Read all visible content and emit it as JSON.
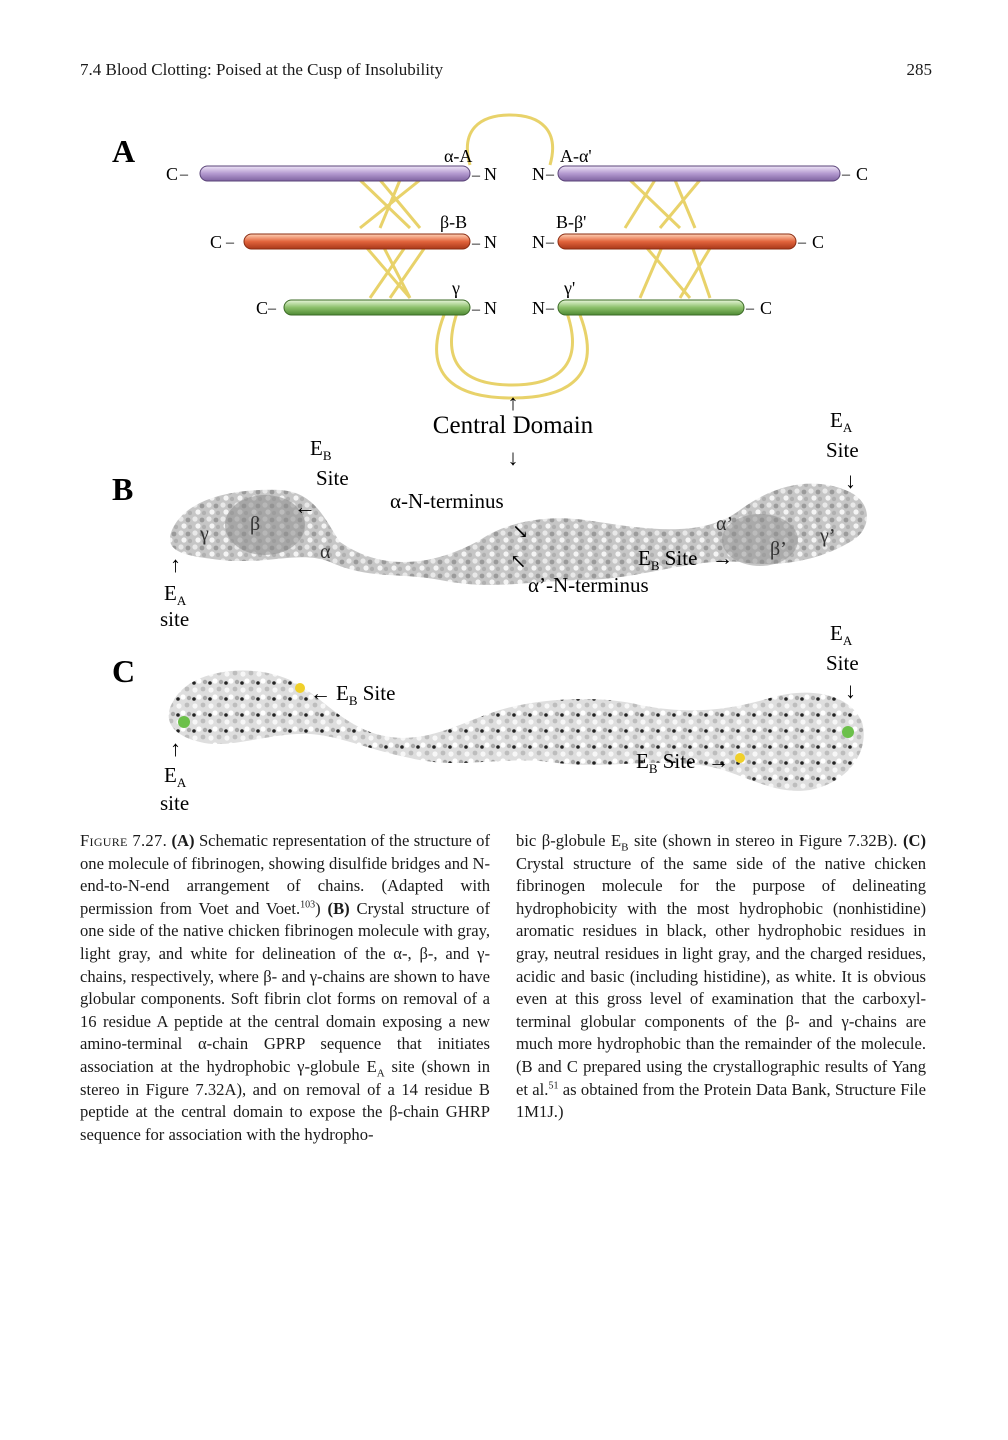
{
  "header": {
    "section_title": "7.4 Blood Clotting: Poised at the Cusp of Insolubility",
    "page_number": "285"
  },
  "figure": {
    "panel_a": {
      "label": "A",
      "left_chains": [
        {
          "c_label": "C",
          "n_label": "N",
          "name": "α-A",
          "color": "#b49ad0"
        },
        {
          "c_label": "C",
          "n_label": "N",
          "name": "β-B",
          "color": "#e2643c"
        },
        {
          "c_label": "C",
          "n_label": "N",
          "name": "γ",
          "color": "#8cc06a"
        }
      ],
      "right_chains": [
        {
          "c_label": "C",
          "n_label": "N",
          "name": "A-α'",
          "color": "#b49ad0"
        },
        {
          "c_label": "C",
          "n_label": "N",
          "name": "B-β'",
          "color": "#e2643c"
        },
        {
          "c_label": "C",
          "n_label": "N",
          "name": "γ'",
          "color": "#8cc06a"
        }
      ],
      "disulfide_color": "#e8d26a"
    },
    "central_domain_label": "Central Domain",
    "panel_b": {
      "label": "B",
      "eb_site_left": {
        "main": "E",
        "sub": "B",
        "line2": "Site"
      },
      "ea_site_right": {
        "main": "E",
        "sub": "A",
        "line2": "Site"
      },
      "ea_site_left": {
        "main": "E",
        "sub": "A",
        "line2": "site"
      },
      "alpha_n_terminus": "α-N-terminus",
      "alpha_prime_n_terminus": "α’-N-terminus",
      "eb_site_right": {
        "main": "E",
        "sub": "B",
        "suffix": "Site"
      },
      "globule_labels": {
        "gamma": "γ",
        "beta": "β",
        "alpha": "α",
        "alpha_prime": "α’",
        "beta_prime": "β’",
        "gamma_prime": "γ’"
      }
    },
    "panel_c": {
      "label": "C",
      "ea_site_right": {
        "main": "E",
        "sub": "A",
        "line2": "Site"
      },
      "ea_site_left": {
        "main": "E",
        "sub": "A",
        "line2": "site"
      },
      "eb_site_left": {
        "main": "E",
        "sub": "B",
        "suffix": "Site"
      },
      "eb_site_right": {
        "main": "E",
        "sub": "B",
        "suffix": "Site"
      }
    }
  },
  "caption": {
    "figure_label": "Figure 7.27.",
    "left_column": "(A) Schematic representation of the structure of one molecule of fibrinogen, showing disulfide bridges and N-end-to-N-end arrangement of chains. (Adapted with permission from Voet and Voet.103) (B) Crystal structure of one side of the native chicken fibrinogen molecule with gray, light gray, and white for delineation of the α-, β-, and γ-chains, respectively, where β- and γ-chains are shown to have globular components. Soft fibrin clot forms on removal of a 16 residue A peptide at the central domain exposing a new amino-terminal α-chain GPRP sequence that initiates association at the hydrophobic γ-globule EA site (shown in stereo in Figure 7.32A), and on removal of a 14 residue B peptide at the central domain to expose the β-chain GHRP sequence for association with the hydropho-",
    "right_column": "bic β-globule EB site (shown in stereo in Figure 7.32B). (C) Crystal structure of the same side of the native chicken fibrinogen molecule for the purpose of delineating hydrophobicity with the most hydrophobic (nonhistidine) aromatic residues in black, other hydrophobic residues in gray, neutral residues in light gray, and the charged residues, acidic and basic (including histidine), as white. It is obvious even at this gross level of examination that the carboxyl-terminal globular components of the β- and γ-chains are much more hydrophobic than the remainder of the molecule. (B and C prepared using the crystallographic results of Yang et al.51 as obtained from the Protein Data Bank, Structure File 1M1J.)",
    "parts": {
      "a": "(A)",
      "a_text": "Schematic representation of the structure of one molecule of fibrinogen, showing disulfide bridges and N-end-to-N-end arrangement of chains. (Adapted with permission from Voet and Voet.",
      "ref_103": "103",
      "a_close": ")",
      "b": "(B)",
      "b_text_1": "Crystal structure of one side of the native chicken fibrinogen molecule with gray, light gray, and white for delineation of the α-, β-, and γ-chains, respectively, where β- and γ-chains are shown to have globular components. Soft fibrin clot forms on removal of a 16 residue A peptide at the central domain exposing a new amino-terminal α-chain GPRP sequence that initiates association at the hydrophobic γ-globule E",
      "sub_a": "A",
      "b_text_2": "site (shown in stereo in Figure 7.32A), and on removal of a 14 residue B peptide at the central domain to expose the β-chain GHRP sequence for association with the hydropho-",
      "r_text_1": "bic β-globule E",
      "sub_b": "B",
      "r_text_2": "site (shown in stereo in Figure 7.32B).",
      "c": "(C)",
      "c_text_1": "Crystal structure of the same side of the native chicken fibrinogen molecule for the purpose of delineating hydrophobicity with the most hydrophobic (nonhistidine) aromatic residues in black, other hydrophobic residues in gray, neutral residues in light gray, and the charged residues, acidic and basic (including histidine), as white. It is obvious even at this gross level of examination that the carboxyl-terminal globular components of the β- and γ-chains are much more hydrophobic than the remainder of the molecule. (B and C prepared using the crystallographic results of Yang et al.",
      "ref_51": "51",
      "c_text_2": "as obtained from the Protein Data Bank, Structure File 1M1J.)"
    }
  }
}
